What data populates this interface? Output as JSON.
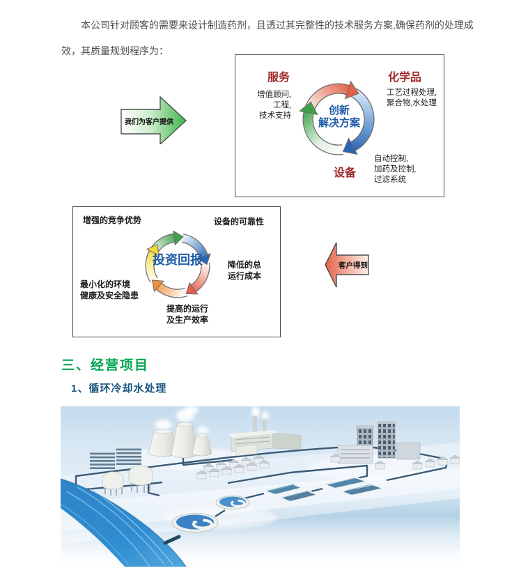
{
  "intro": {
    "line1": "本公司针对顾客的需要来设计制造药剂，且透过其完整性的技术服务方案,确保药剂的处理成",
    "line2": "效，其质量规划程序为："
  },
  "quality_cycle": {
    "provide_arrow": "我们为客户提供",
    "center": "创新\n解决方案",
    "service": {
      "title": "服务",
      "desc": "增值顾问,\n工程,\n技术支持"
    },
    "chemicals": {
      "title": "化学品",
      "desc": "工艺过程处理,\n聚合物,水处理"
    },
    "equipment": {
      "title": "设备",
      "desc": "自动控制,\n加药及控制,\n过滤系统"
    }
  },
  "roi_cycle": {
    "receive_arrow": "客户得到",
    "center": "投资回报",
    "benefit_competitive": "增强的竞争优势",
    "benefit_reliability": "设备的可靠性",
    "benefit_cost": "降低的总\n运行成本",
    "benefit_efficiency": "提高的运行\n及生产效率",
    "benefit_ehs": "最小化的环境\n健康及安全隐患"
  },
  "section": {
    "heading": "三、经营项目",
    "sub_heading": "1、循环冷却水处理"
  },
  "colors": {
    "heading_green": "#00a651",
    "subheading_blue": "#1a567e",
    "label_red": "#9e2b2b",
    "center_blue": "#1d5ba6",
    "arrow_green": "#3cb54a",
    "arrow_salmon": "#e4604b",
    "cycle_blue": "#2a66b2",
    "cycle_green": "#3fa04a",
    "cycle_orange": "#ef8f3a",
    "cycle_yellow": "#f2d832",
    "river_blue": "#2e85c7"
  }
}
